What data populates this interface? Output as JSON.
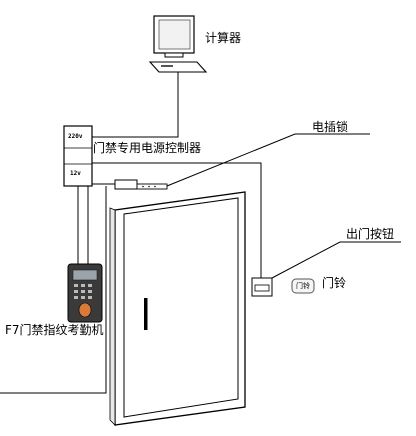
{
  "labels": {
    "computer": "计算器",
    "power_controller": "门禁专用电源控制器",
    "electric_lock": "电插锁",
    "exit_button": "出门按钮",
    "door_bell": "门铃",
    "fingerprint_terminal": "F7门禁指纹考勤机"
  },
  "controller_marks": {
    "top": "220v",
    "bottom": "12v"
  },
  "doorbell_glyph": "门铃"
}
